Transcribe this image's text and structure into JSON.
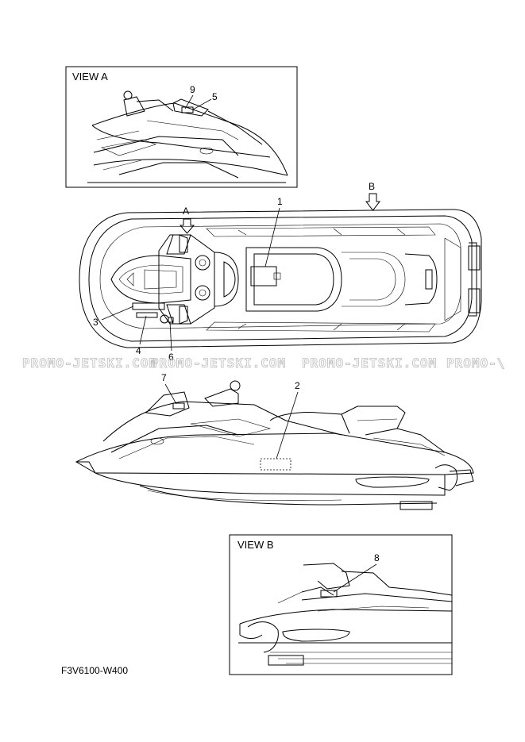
{
  "view_a": {
    "title": "VIEW A",
    "callouts": [
      "9",
      "5"
    ]
  },
  "view_b": {
    "title": "VIEW B",
    "callouts": [
      "8"
    ]
  },
  "top_view": {
    "arrow_a": "A",
    "arrow_b": "B",
    "callouts": [
      "1",
      "3",
      "4",
      "6"
    ]
  },
  "side_view": {
    "callouts": [
      "7",
      "2"
    ]
  },
  "watermarks": [
    "PROMO-JETSKI.COM",
    "PROMO-JETSKI.COM",
    "PROMO-JETSKI.COM",
    "PROMO-\\"
  ],
  "drawing_code": "F3V6100-W400"
}
